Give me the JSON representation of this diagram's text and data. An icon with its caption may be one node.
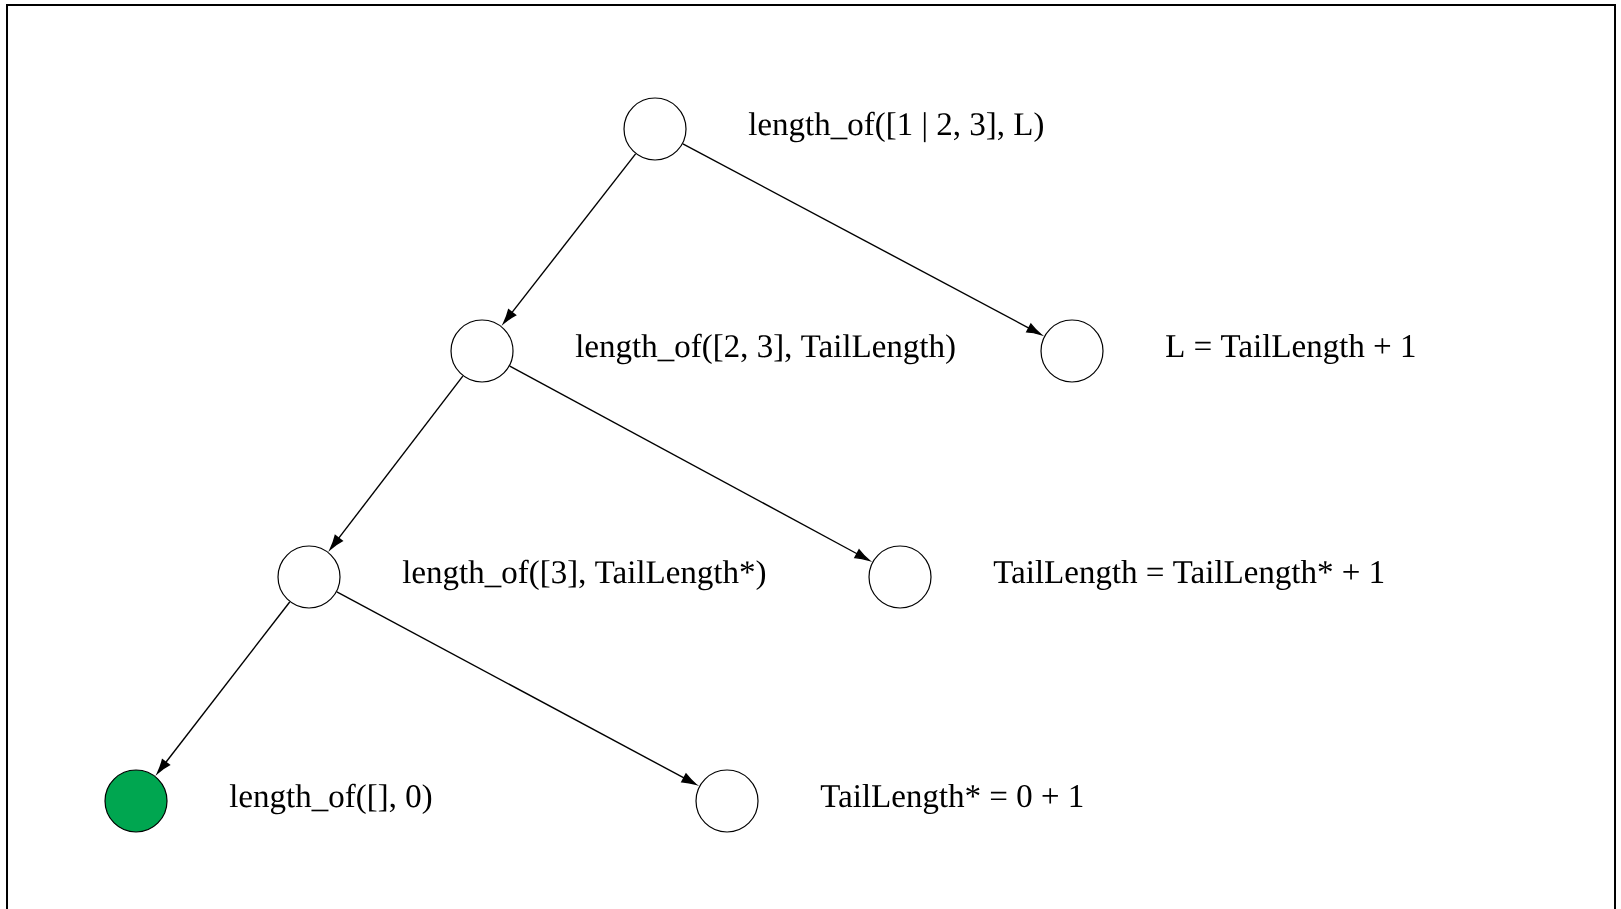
{
  "diagram": {
    "nodes": [
      {
        "text": [],
        "shape": "circle",
        "beside": [
          "length_of([1 | 2, 3], L)"
        ]
      },
      {
        "text": [],
        "shape": "circle",
        "beside": [
          "length_of([2, 3], TailLength)"
        ]
      },
      {
        "text": [],
        "shape": "circle",
        "beside": [
          "L = TailLength + 1"
        ]
      },
      {
        "text": [],
        "shape": "circle",
        "beside": [
          "length_of([3], TailLength*)"
        ]
      },
      {
        "text": [],
        "shape": "circle",
        "beside": [
          "TailLength = TailLength* + 1"
        ]
      },
      {
        "text": [],
        "shape": "circle",
        "beside": [
          "length_of([], 0)"
        ]
      },
      {
        "text": [],
        "shape": "circle",
        "beside": [
          "TailLength* = 0 + 1"
        ]
      }
    ],
    "edges": [
      {
        "from": 0,
        "to": 1,
        "arrow": "to"
      },
      {
        "from": 0,
        "to": 2,
        "arrow": "to"
      },
      {
        "from": 1,
        "to": 3,
        "arrow": "to"
      },
      {
        "from": 1,
        "to": 4,
        "arrow": "to"
      },
      {
        "from": 3,
        "to": 5,
        "arrow": "to"
      },
      {
        "from": 3,
        "to": 6,
        "arrow": "to"
      }
    ]
  }
}
